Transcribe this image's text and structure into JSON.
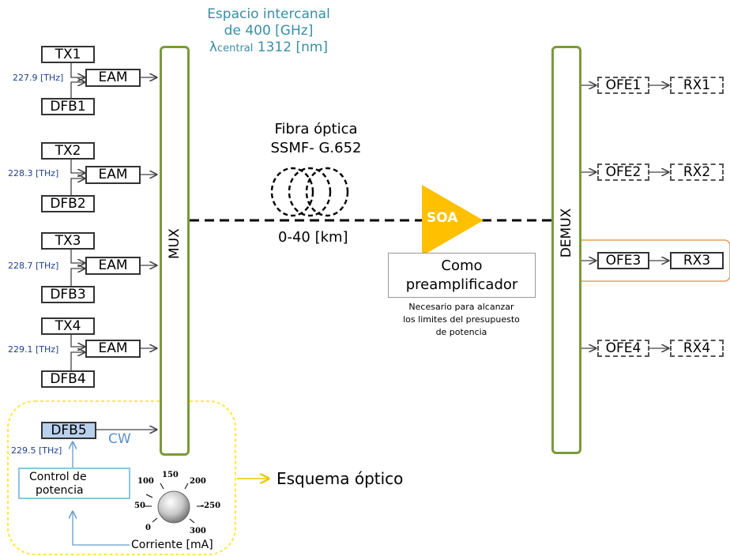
{
  "header": {
    "line1": "Espacio intercanal",
    "line2": "de 400 [GHz]",
    "lambda": "λ",
    "lambda_sub": "central",
    "lambda_value": "1312 [nm]"
  },
  "transmitters": [
    {
      "tx": "TX1",
      "eam": "EAM",
      "dfb": "DFB1",
      "freq": "227.9 [THz]"
    },
    {
      "tx": "TX2",
      "eam": "EAM",
      "dfb": "DFB2",
      "freq": "228.3 [THz]"
    },
    {
      "tx": "TX3",
      "eam": "EAM",
      "dfb": "DFB3",
      "freq": "228.7 [THz]"
    },
    {
      "tx": "TX4",
      "eam": "EAM",
      "dfb": "DFB4",
      "freq": "229.1 [THz]"
    }
  ],
  "cw_source": {
    "dfb": "DFB5",
    "cw": "CW",
    "freq": "229.5 [THz]"
  },
  "control": {
    "line1": "Control de",
    "line2": "potencia"
  },
  "knob": {
    "ticks": [
      "100",
      "150",
      "200",
      "50",
      "-250",
      "0",
      "300"
    ],
    "label": "Corriente [mA]"
  },
  "esquema": "Esquema óptico",
  "mux": "MUX",
  "demux": "DEMUX",
  "fiber": {
    "line1": "Fibra óptica",
    "line2": "SSMF- G.652",
    "distance": "0-40 [km]"
  },
  "soa": {
    "label": "SOA",
    "role_line1": "Como",
    "role_line2": "preamplificador",
    "note_line1": "Necesario para alcanzar",
    "note_line2": "los limites del presupuesto",
    "note_line3": "de potencia"
  },
  "receivers": [
    {
      "ofe": "OFE1",
      "rx": "RX1",
      "highlighted": false
    },
    {
      "ofe": "OFE2",
      "rx": "RX2",
      "highlighted": false
    },
    {
      "ofe": "OFE3",
      "rx": "RX3",
      "highlighted": true
    },
    {
      "ofe": "OFE4",
      "rx": "RX4",
      "highlighted": false
    }
  ],
  "colors": {
    "rail": "#7a9a3a",
    "soa": "#ffc000",
    "teal": "#3a8ea6",
    "highlight": "#e0a060",
    "dashed_region": "#ffe94d"
  }
}
